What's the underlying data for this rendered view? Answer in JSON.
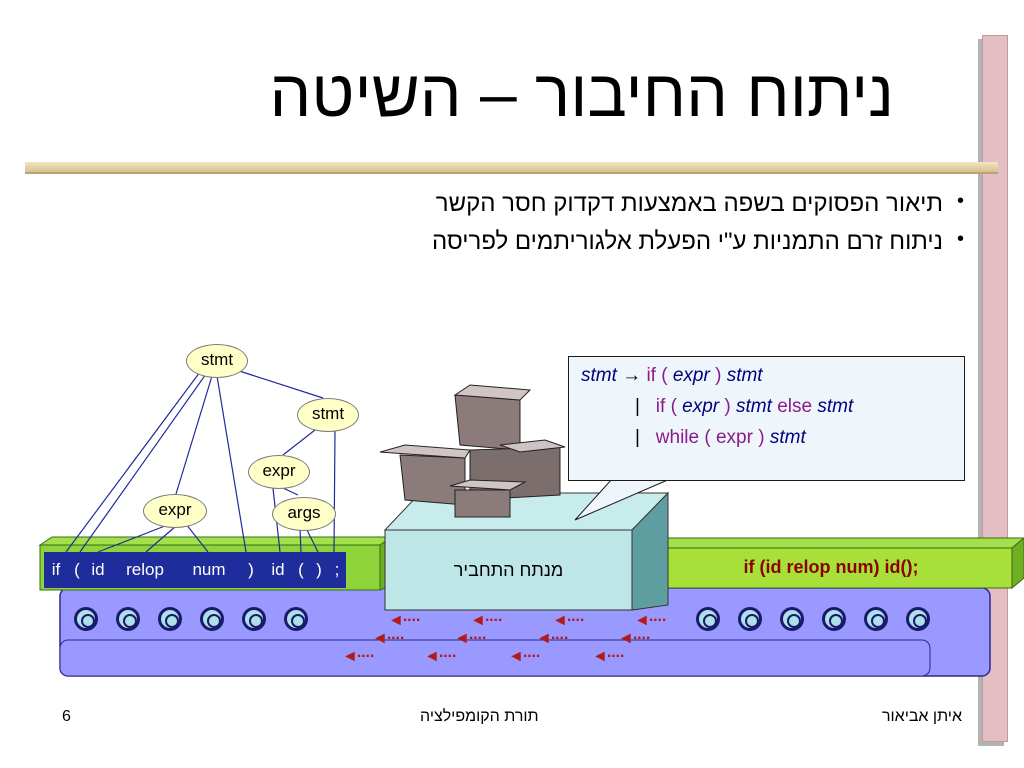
{
  "slide": {
    "title": "ניתוח החיבור – השיטה",
    "bullets": [
      "תיאור הפסוקים בשפה באמצעות דקדוק חסר הקשר",
      "ניתוח זרם התמניות ע\"י הפעלת אלגוריתמים לפריסה"
    ],
    "footer": {
      "page_number": "6",
      "course": "תורת הקומפילציה",
      "author": "איתן אביאור"
    }
  },
  "diagram": {
    "tree_nodes": [
      "stmt",
      "stmt",
      "expr",
      "expr",
      "args"
    ],
    "tokens": [
      "if",
      "(",
      "id",
      "relop",
      "num",
      ")",
      "id",
      "(",
      ")",
      ";"
    ],
    "parser_label": "מנתח התחביר",
    "source_text": "if (id relop num) id();",
    "grammar": {
      "line1": {
        "lhs": "stmt",
        "arrow": "→",
        "if": "if",
        "lp": "(",
        "expr": "expr",
        "rp": ")",
        "stmt": "stmt"
      },
      "line2": {
        "bar": "|",
        "if": "if",
        "lp": "(",
        "expr": "expr",
        "rp": ")",
        "stmt": "stmt",
        "else": "else",
        "stmt2": "stmt"
      },
      "line3": {
        "bar": "|",
        "while": "while",
        "lp": "(",
        "expr": "expr",
        "rp": ")",
        "stmt": "stmt"
      }
    },
    "arrow_glyph": "◄····"
  }
}
